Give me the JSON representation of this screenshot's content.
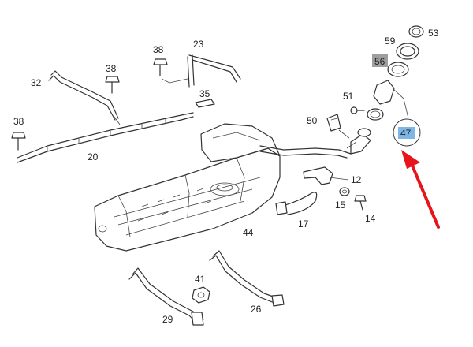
{
  "labels": {
    "l53": "53",
    "l59": "59",
    "l56": "56",
    "l38a": "38",
    "l23": "23",
    "l38b": "38",
    "l32": "32",
    "l35": "35",
    "l51": "51",
    "l50": "50",
    "l47": "47",
    "l38c": "38",
    "l20": "20",
    "l12": "12",
    "l15": "15",
    "l14": "14",
    "l17": "17",
    "l44": "44",
    "l41": "41",
    "l29": "29",
    "l26": "26"
  },
  "colors": {
    "highlight_grey": "#9e9e9e",
    "highlight_blue": "#7fb6e8",
    "arrow_red": "#e8141b",
    "line": "#333333"
  }
}
